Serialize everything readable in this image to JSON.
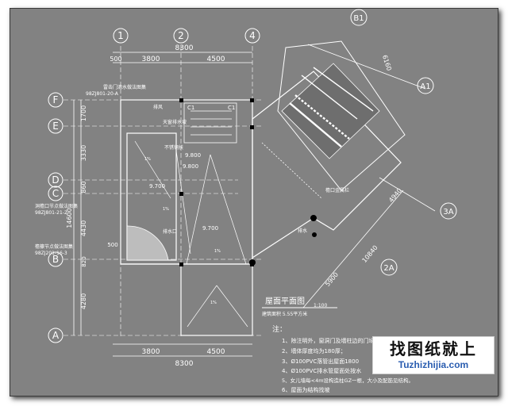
{
  "colors": {
    "background": "#828282",
    "lines": "#ffffff",
    "watermark_text": "#111111",
    "watermark_url": "#2a5db0"
  },
  "axes": {
    "top": [
      "1",
      "2",
      "4"
    ],
    "left": [
      "F",
      "E",
      "D",
      "C",
      "B",
      "A"
    ],
    "diagonal": [
      "B1",
      "A1",
      "3A",
      "2A"
    ]
  },
  "dimensions": {
    "top_total": "8300",
    "top_parts": [
      "500",
      "3800",
      "4500"
    ],
    "bottom_parts": [
      "3800",
      "4500"
    ],
    "bottom_total": "8300",
    "left_parts": [
      "1700",
      "3330",
      "860",
      "4430",
      "820",
      "4280"
    ],
    "left_total": "14600",
    "left_small": "500",
    "diagonal": [
      "6160",
      "4940",
      "10840",
      "5900"
    ]
  },
  "labels": {
    "ref_top": "雷击门滴水做法图集",
    "ref_top_code": "98ZJ801-20-A",
    "gutter": "排风",
    "ref_mid": "洞檐口节点做法图集",
    "ref_mid_code": "98ZJ801-21-2",
    "ref_low": "檐檩节点做法图集",
    "ref_low_code": "98ZJ201-16-3",
    "stair_note": "天窗排水坡",
    "cap_note": "不锈钢扶",
    "c1": "C1",
    "elev_a": "9.800",
    "elev_b": "9.800",
    "elev_c": "9.700",
    "elev_d": "9.700",
    "slope": "1%",
    "outlet": "排水口",
    "roof_edge": "檐口金属栏",
    "drain": "排水"
  },
  "title": {
    "main": "屋面平面图",
    "scale": "1:100",
    "note": "建筑面积 5.55平方米"
  },
  "notes": {
    "heading": "注：",
    "items": [
      "1、除注明外，窗洞门及墙柱边的门垛，其窗口的尺寸均为120MM；",
      "2、墙体厚度均为180厚；",
      "3、Ø100PVC落管出屋面1800",
      "4、Ø100PVC排水管屋面处按水",
      "5、女儿墙每<4m设构造柱GZ一根，大小及配筋见结构。",
      "6、屋面为结构找坡"
    ]
  },
  "watermark": {
    "text": "找图纸就上",
    "url": "Tuzhizhijia.com"
  }
}
